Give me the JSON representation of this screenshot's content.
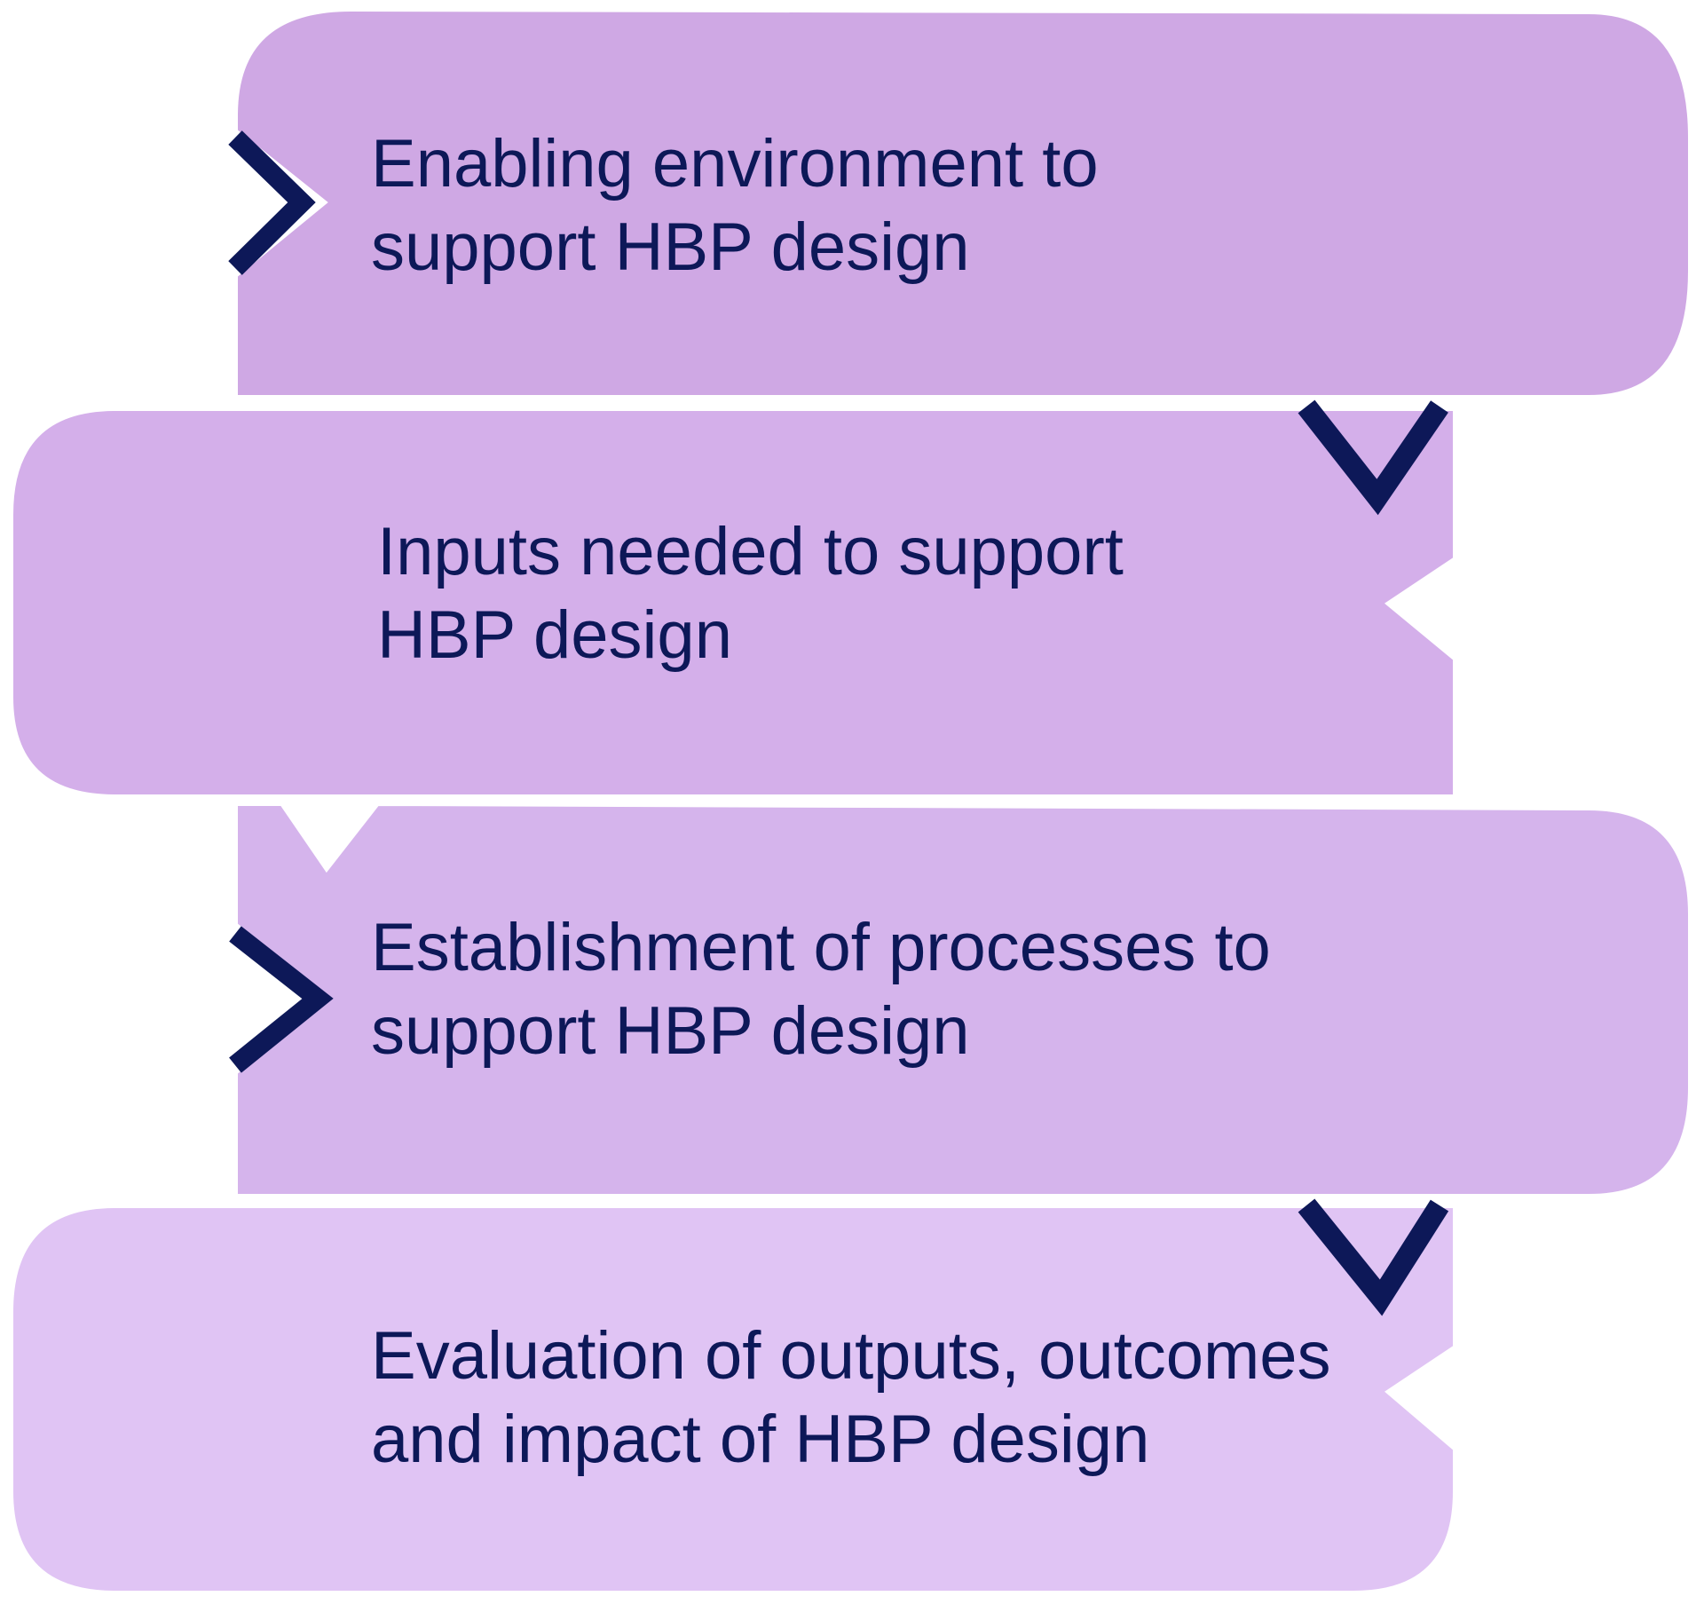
{
  "colors": {
    "stage_1": "#cfa8e4",
    "stage_2": "#d4afea",
    "stage_3": "#d5b4ec",
    "stage_4": "#e0c4f4",
    "text": "#0d1858",
    "chevron": "#0d1858",
    "outline": "#ffffff"
  },
  "stages": [
    {
      "line1": "Enabling environment to",
      "line2": "support HBP design"
    },
    {
      "line1": "Inputs needed to support",
      "line2": "HBP design"
    },
    {
      "line1": "Establishment of processes to",
      "line2": "support HBP design"
    },
    {
      "line1": "Evaluation of outputs, outcomes",
      "line2": "and impact of HBP design"
    }
  ],
  "connectors": [
    {
      "from": 1,
      "to": 2,
      "icon": "chevron-down-icon"
    },
    {
      "from": 2,
      "to": 3,
      "icon": "notch-down-icon"
    },
    {
      "from": 3,
      "to": 4,
      "icon": "chevron-down-icon"
    }
  ]
}
